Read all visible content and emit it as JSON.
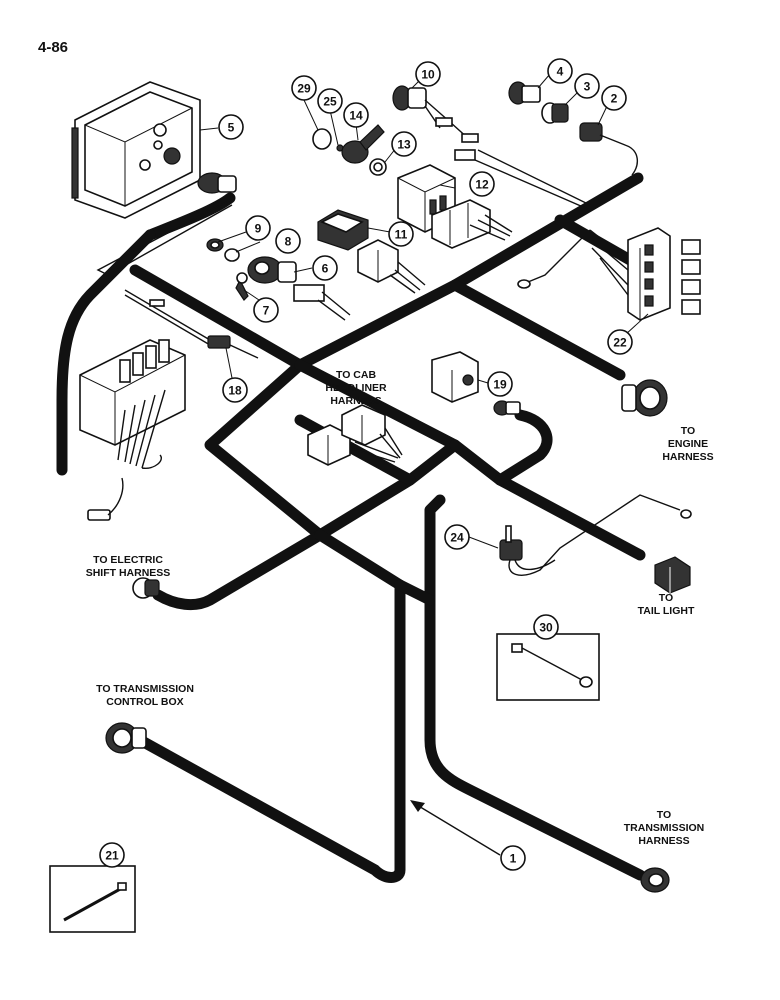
{
  "page_number": "4-86",
  "harness_labels": {
    "cab_headliner": [
      "TO CAB",
      "HEADLINER",
      "HARNESS"
    ],
    "engine": [
      "TO",
      "ENGINE",
      "HARNESS"
    ],
    "electric_shift": [
      "TO ELECTRIC",
      "SHIFT HARNESS"
    ],
    "tail_light": [
      "TO",
      "TAIL LIGHT"
    ],
    "transmission_control": [
      "TO TRANSMISSION",
      "CONTROL BOX"
    ],
    "transmission": [
      "TO",
      "TRANSMISSION",
      "HARNESS"
    ]
  },
  "callouts": [
    {
      "id": "c1",
      "text": "1"
    },
    {
      "id": "c2",
      "text": "2"
    },
    {
      "id": "c3",
      "text": "3"
    },
    {
      "id": "c4",
      "text": "4"
    },
    {
      "id": "c5",
      "text": "5"
    },
    {
      "id": "c6",
      "text": "6"
    },
    {
      "id": "c7",
      "text": "7"
    },
    {
      "id": "c8",
      "text": "8"
    },
    {
      "id": "c9",
      "text": "9"
    },
    {
      "id": "c10",
      "text": "10"
    },
    {
      "id": "c11",
      "text": "11"
    },
    {
      "id": "c12",
      "text": "12"
    },
    {
      "id": "c13",
      "text": "13"
    },
    {
      "id": "c14",
      "text": "14"
    },
    {
      "id": "c18",
      "text": "18"
    },
    {
      "id": "c19",
      "text": "19"
    },
    {
      "id": "c21",
      "text": "21"
    },
    {
      "id": "c22",
      "text": "22"
    },
    {
      "id": "c24",
      "text": "24"
    },
    {
      "id": "c25",
      "text": "25"
    },
    {
      "id": "c29",
      "text": "29"
    },
    {
      "id": "c30",
      "text": "30"
    }
  ]
}
